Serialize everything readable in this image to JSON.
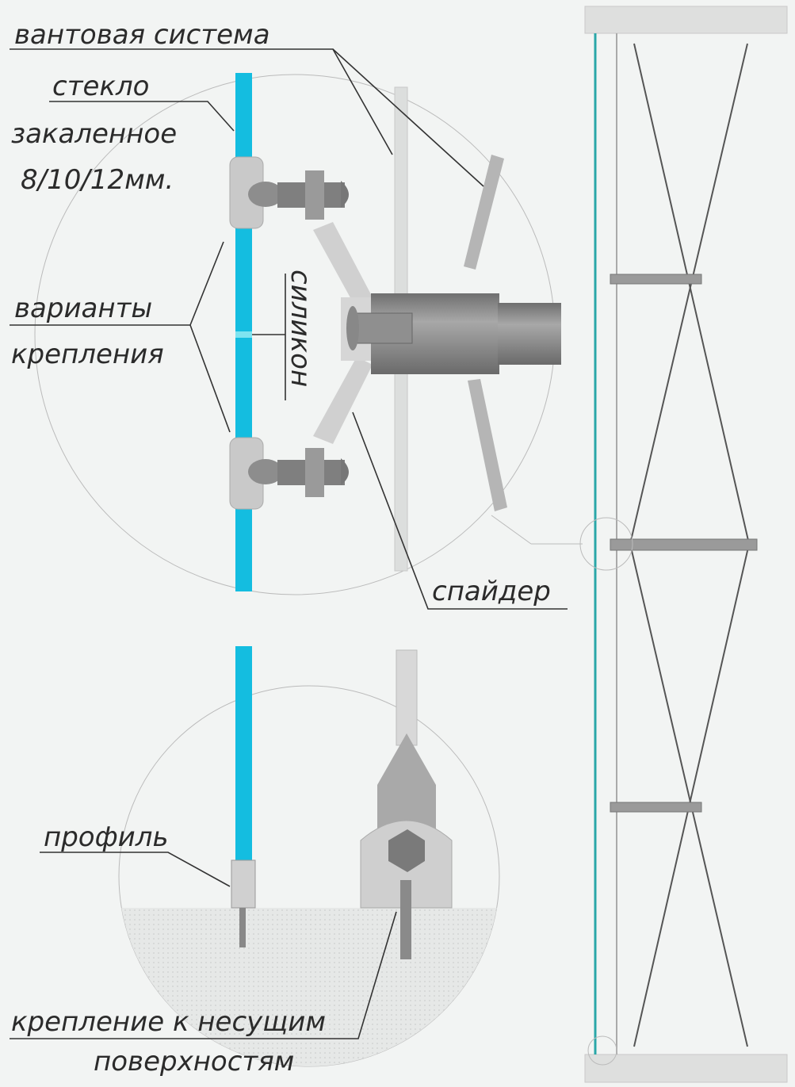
{
  "labels": {
    "cable_system": "вантовая система",
    "glass_1": "стекло",
    "glass_2": "закаленное",
    "glass_3": "8/10/12мм.",
    "variants_1": "варианты",
    "variants_2": "крепления",
    "silicone": "силикон",
    "spider": "спайдер",
    "profile": "профиль",
    "mount_1": "крепление к несущим",
    "mount_2": "поверхностям"
  },
  "colors": {
    "glass": "#14bde0",
    "metal": "#9a9a9a",
    "background": "#f2f4f3",
    "glass_line": "#2aa7a8"
  }
}
